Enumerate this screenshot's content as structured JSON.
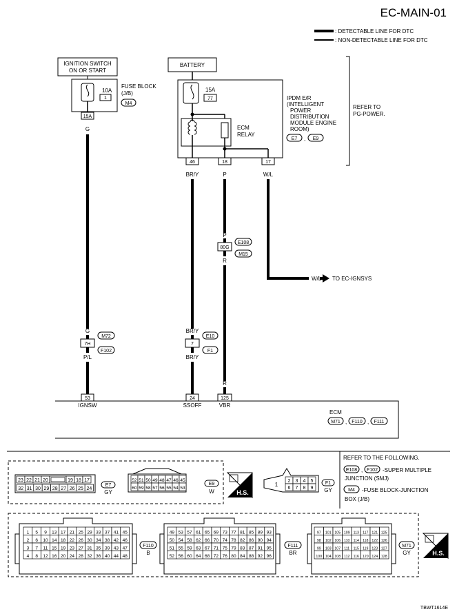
{
  "title": "EC-MAIN-01",
  "legend": {
    "detectable": ": DETECTABLE LINE FOR DTC",
    "non_detectable": ": NON-DETECTABLE LINE FOR DTC"
  },
  "ignition": {
    "line1": "IGNITION SWITCH",
    "line2": "ON OR START"
  },
  "battery": "BATTERY",
  "fuse_block": {
    "amp": "10A",
    "num": "1",
    "label1": "FUSE BLOCK",
    "label2": "(J/B)",
    "conn": "M4",
    "pin": "15A",
    "wire": "G"
  },
  "ipdm": {
    "fuse_amp": "15A",
    "fuse_num": "77",
    "relay1": "ECM",
    "relay2": "RELAY",
    "label": [
      "IPDM E/R",
      "(INTELLIGENT",
      "POWER",
      "DISTRIBUTION",
      "MODULE ENGINE",
      "ROOM)"
    ],
    "conn1": "E7",
    "conn2": "E9",
    "sep": ",",
    "pins": [
      "46",
      "18",
      "17"
    ],
    "wires": [
      "BR/Y",
      "P",
      "W/L"
    ]
  },
  "refer_pg": {
    "line1": "REFER TO",
    "line2": "PG-POWER."
  },
  "junction_80g": {
    "wire_top": "P",
    "pin": "80G",
    "wire_bot": "R",
    "conn1": "E108",
    "conn2": "M15"
  },
  "to_ignsys": {
    "wire": "W/L",
    "text": "TO EC-IGNSYS"
  },
  "joint_7h": {
    "wire_top": "G",
    "pin": "7H",
    "wire_bot": "P/L",
    "conn1": "M72",
    "conn2": "F102"
  },
  "joint_7": {
    "wire_top": "BR/Y",
    "pin": "7",
    "wire_bot": "BR/Y",
    "conn1": "E10",
    "conn2": "F1"
  },
  "wire_r_mid": "R",
  "ecm": {
    "pins": [
      "53",
      "24",
      "125"
    ],
    "names": [
      "IGNSW",
      "SSOFF",
      "VBR"
    ],
    "label": "ECM",
    "conn1": "M71",
    "conn2": "F110",
    "conn3": "F111",
    "sep": ","
  },
  "connectors": {
    "e7": {
      "id": "E7",
      "color": "GY",
      "row1": [
        "23",
        "22",
        "21",
        "20",
        "",
        "19",
        "18",
        "17"
      ],
      "row2": [
        "32",
        "31",
        "30",
        "29",
        "28",
        "27",
        "26",
        "25",
        "24"
      ]
    },
    "e9": {
      "id": "E9",
      "color": "W",
      "row1": [
        "52",
        "51",
        "50",
        "49",
        "48",
        "47",
        "46",
        "45"
      ],
      "row2": [
        "60",
        "59",
        "58",
        "57",
        "56",
        "55",
        "54",
        "53"
      ]
    },
    "f1": {
      "id": "F1",
      "color": "GY",
      "single": "1",
      "row1": [
        "2",
        "3",
        "4",
        "5"
      ],
      "row2": [
        "6",
        "7",
        "8",
        "9"
      ]
    },
    "f110": {
      "id": "F110",
      "color": "B",
      "rows": [
        [
          "1",
          "5",
          "9",
          "13",
          "17",
          "21",
          "25",
          "29",
          "33",
          "37",
          "41",
          "45"
        ],
        [
          "2",
          "6",
          "10",
          "14",
          "18",
          "22",
          "26",
          "30",
          "34",
          "38",
          "42",
          "46"
        ],
        [
          "3",
          "7",
          "11",
          "15",
          "19",
          "23",
          "27",
          "31",
          "35",
          "39",
          "43",
          "47"
        ],
        [
          "4",
          "8",
          "12",
          "16",
          "20",
          "24",
          "28",
          "32",
          "36",
          "40",
          "44",
          "48"
        ]
      ]
    },
    "f111": {
      "id": "F111",
      "color": "BR",
      "rows": [
        [
          "49",
          "53",
          "57",
          "61",
          "65",
          "69",
          "73",
          "77",
          "81",
          "85",
          "89",
          "93"
        ],
        [
          "50",
          "54",
          "58",
          "62",
          "66",
          "70",
          "74",
          "78",
          "82",
          "86",
          "90",
          "94"
        ],
        [
          "51",
          "55",
          "59",
          "63",
          "67",
          "71",
          "75",
          "79",
          "83",
          "87",
          "91",
          "95"
        ],
        [
          "52",
          "56",
          "60",
          "64",
          "68",
          "72",
          "76",
          "80",
          "84",
          "88",
          "92",
          "96"
        ]
      ]
    },
    "m71": {
      "id": "M71",
      "color": "GY",
      "rows": [
        [
          "97",
          "101",
          "105",
          "109",
          "113",
          "117",
          "121",
          "125"
        ],
        [
          "98",
          "102",
          "106",
          "110",
          "114",
          "118",
          "122",
          "126"
        ],
        [
          "99",
          "103",
          "107",
          "111",
          "115",
          "119",
          "123",
          "127"
        ],
        [
          "100",
          "104",
          "108",
          "112",
          "116",
          "120",
          "124",
          "128"
        ]
      ]
    }
  },
  "hs_label": "H.S.",
  "refer_following": {
    "line1": "REFER TO THE FOLLOWING.",
    "c1": "E108",
    "sep": ",",
    "c2": "F102",
    "smj1": "-SUPER MULTIPLE",
    "smj2": "JUNCTION (SMJ)",
    "c3": "M4",
    "fb1": "-FUSE BLOCK-JUNCTION",
    "fb2": "BOX (J/B)"
  },
  "footer_code": "TBWT1614E"
}
